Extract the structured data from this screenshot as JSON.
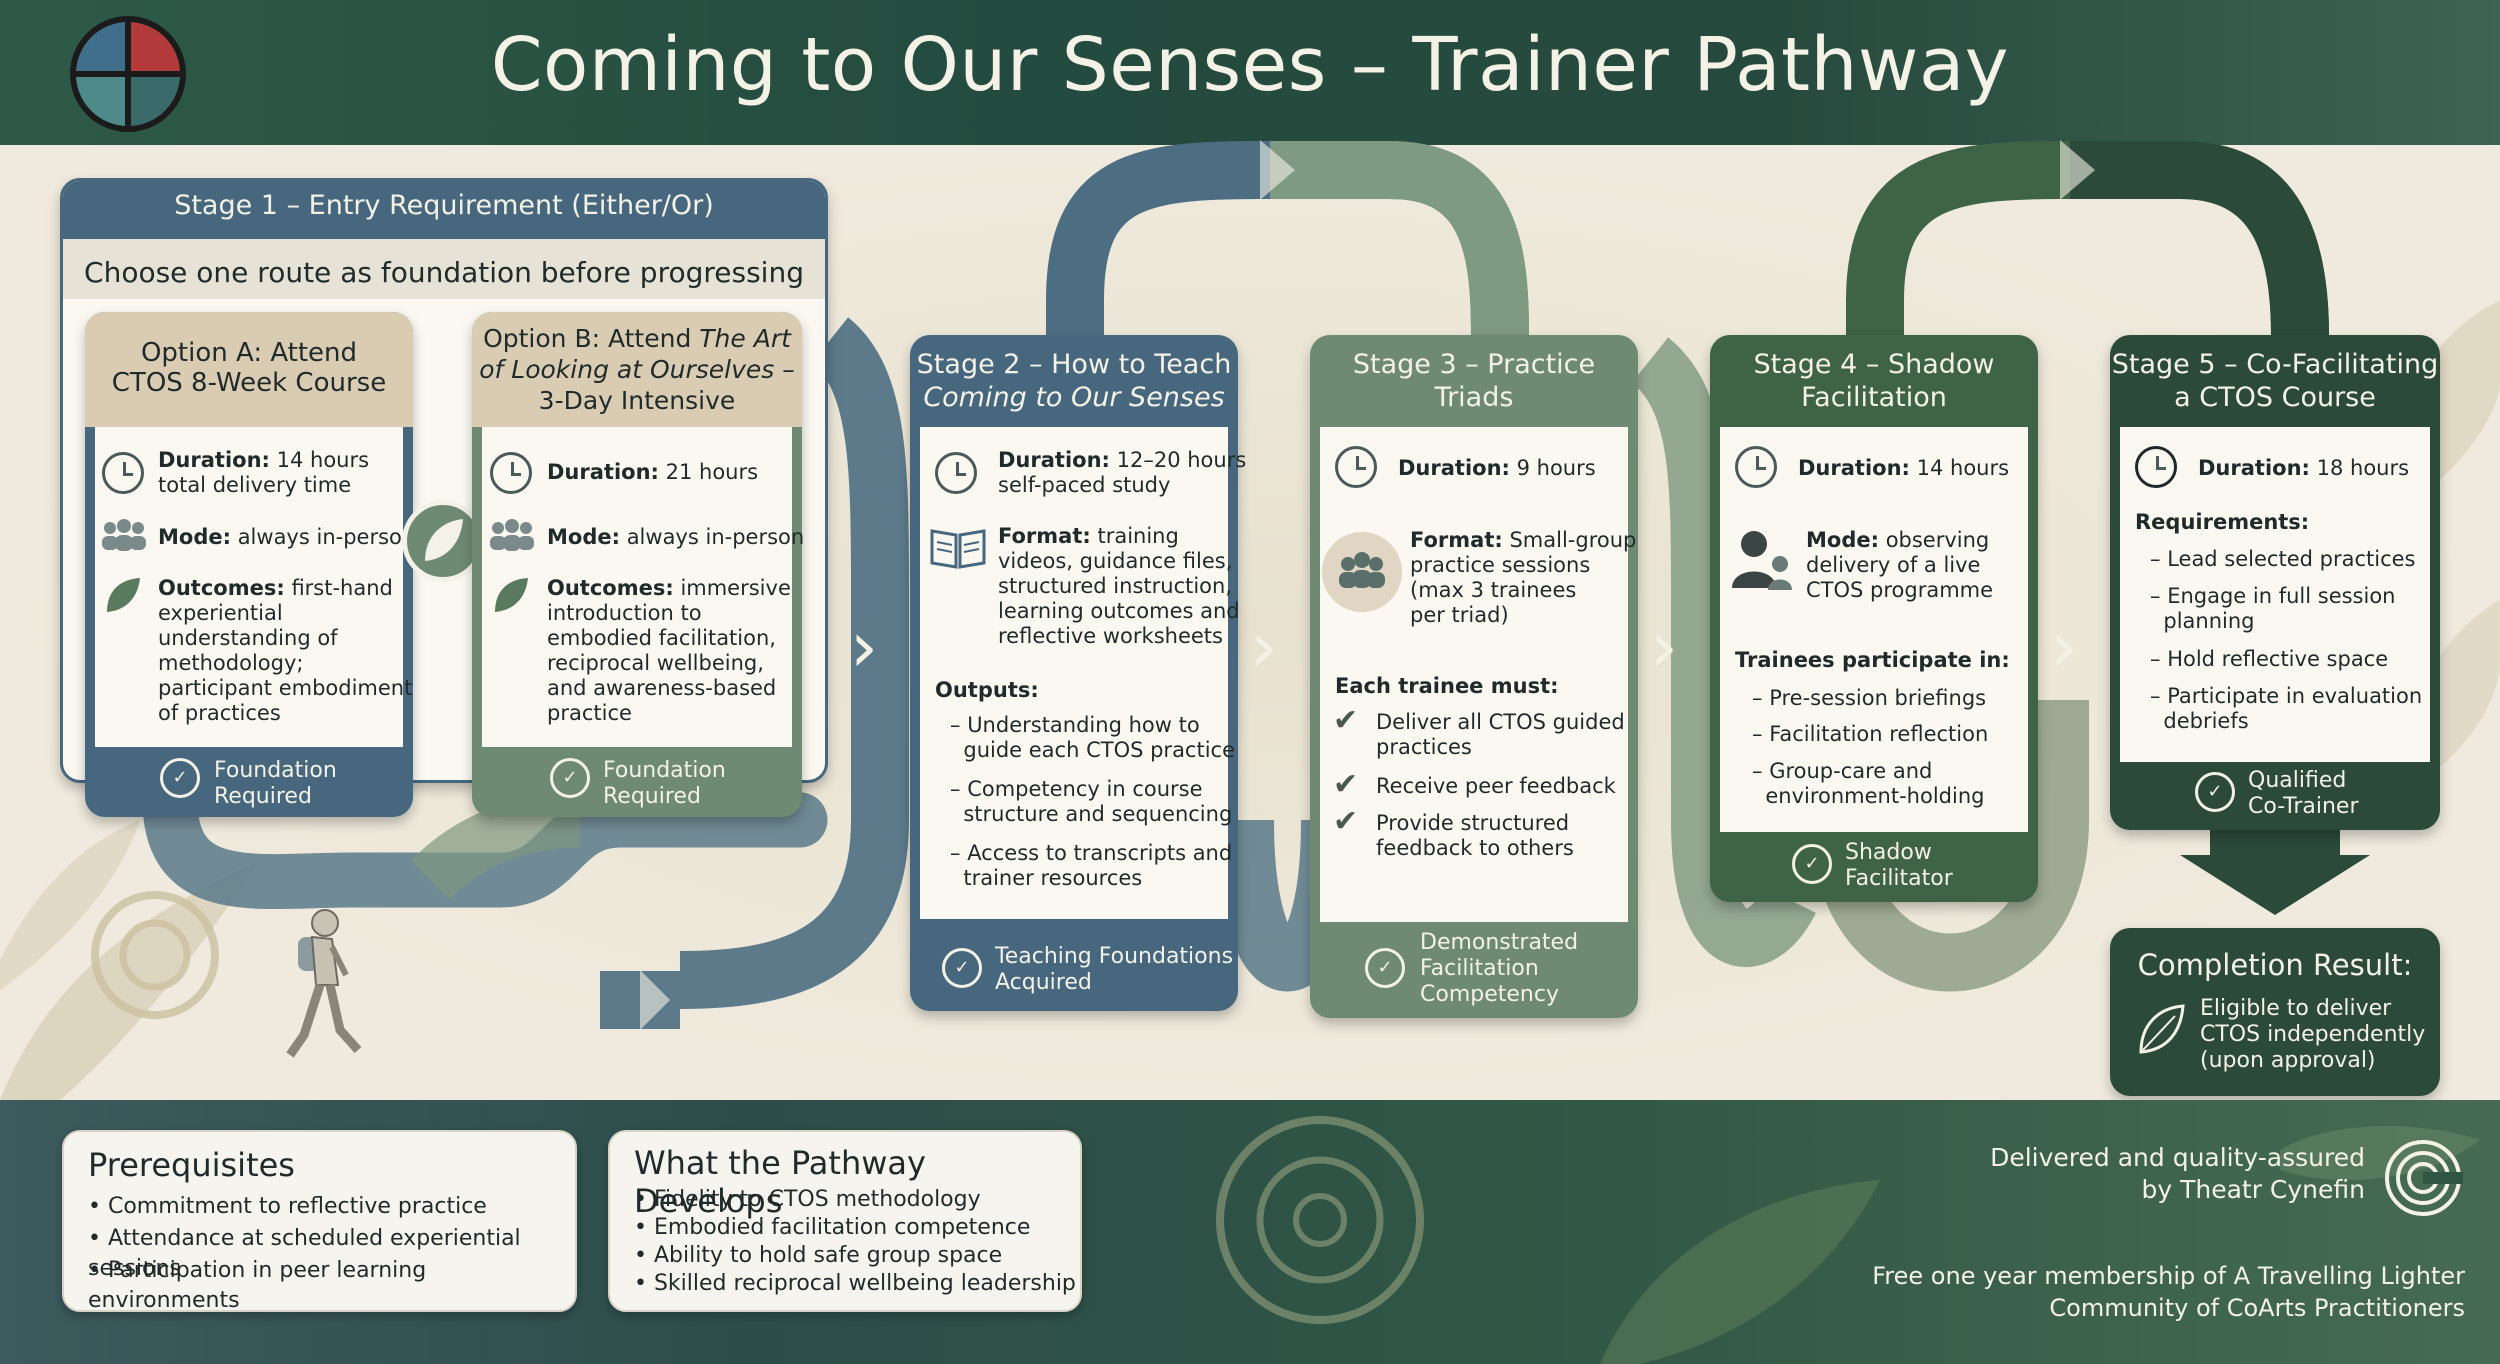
{
  "title": "Coming to Our Senses – Trainer Pathway",
  "stage1": {
    "header": "Stage 1 – Entry Requirement (Either/Or)",
    "subheader": "Choose one route as foundation before progressing",
    "optionA": {
      "title_lines": [
        "Option A: Attend",
        "CTOS 8-Week Course"
      ],
      "duration_label": "Duration:",
      "duration_value": "14 hours",
      "duration_line2": "total delivery time",
      "mode_label": "Mode:",
      "mode_value": "always in-person",
      "outcomes_label": "Outcomes:",
      "outcomes_lines": [
        "first-hand",
        "experiential",
        "understanding of",
        "methodology;",
        "participant embodiment",
        "of practices"
      ],
      "footer_lines": [
        "Foundation",
        "Required"
      ]
    },
    "optionB": {
      "title_line1a": "Option B: Attend ",
      "title_line1b": "The Art",
      "title_line2": "of Looking at Ourselves –",
      "title_line3": "3-Day Intensive",
      "duration_label": "Duration:",
      "duration_value": "21 hours",
      "mode_label": "Mode:",
      "mode_value": "always in-person",
      "outcomes_label": "Outcomes:",
      "outcomes_lines": [
        "immersive",
        "introduction to",
        "embodied facilitation,",
        "reciprocal wellbeing,",
        "and awareness-based",
        "practice"
      ],
      "footer_lines": [
        "Foundation",
        "Required"
      ]
    }
  },
  "stage2": {
    "header_line1": "Stage 2 – How to Teach",
    "header_line2": "Coming to Our Senses",
    "duration_label": "Duration:",
    "duration_value": "12–20 hours",
    "duration_line2": "self-paced study",
    "format_label": "Format:",
    "format_lines": [
      "training",
      "videos, guidance files,",
      "structured instruction,",
      "learning outcomes and",
      "reflective worksheets"
    ],
    "outputs_label": "Outputs:",
    "outputs": [
      [
        "Understanding how to",
        "guide each CTOS practice"
      ],
      [
        "Competency in course",
        "structure and sequencing"
      ],
      [
        "Access to transcripts and",
        "trainer resources"
      ]
    ],
    "footer_lines": [
      "Teaching Foundations",
      "Acquired"
    ]
  },
  "stage3": {
    "header_lines": [
      "Stage 3 – Practice",
      "Triads"
    ],
    "duration_label": "Duration:",
    "duration_value": "9 hours",
    "format_label": "Format:",
    "format_lines": [
      "Small-group",
      "practice sessions",
      "(max 3 trainees",
      "per triad)"
    ],
    "must_label": "Each trainee must:",
    "musts": [
      [
        "Deliver all CTOS guided",
        "practices"
      ],
      [
        "Receive peer feedback"
      ],
      [
        "Provide structured",
        "feedback to others"
      ]
    ],
    "footer_lines": [
      "Demonstrated",
      "Facilitation",
      "Competency"
    ]
  },
  "stage4": {
    "header_lines": [
      "Stage 4 – Shadow",
      "Facilitation"
    ],
    "duration_label": "Duration:",
    "duration_value": "14 hours",
    "mode_label": "Mode:",
    "mode_lines": [
      "observing",
      "delivery of a live",
      "CTOS programme"
    ],
    "participate_label": "Trainees participate in:",
    "items": [
      [
        "Pre-session briefings"
      ],
      [
        "Facilitation reflection"
      ],
      [
        "Group-care and",
        "environment-holding"
      ]
    ],
    "footer_lines": [
      "Shadow",
      "Facilitator"
    ]
  },
  "stage5": {
    "header_lines": [
      "Stage 5 – Co-Facilitating",
      "a CTOS Course"
    ],
    "duration_label": "Duration:",
    "duration_value": "18 hours",
    "req_label": "Requirements:",
    "items": [
      [
        "Lead selected practices"
      ],
      [
        "Engage in full session",
        "planning"
      ],
      [
        "Hold reflective space"
      ],
      [
        "Participate in evaluation",
        "debriefs"
      ]
    ],
    "footer_lines": [
      "Qualified",
      "Co-Trainer"
    ]
  },
  "completion": {
    "title": "Completion Result:",
    "lines": [
      "Eligible to deliver",
      "CTOS independently",
      "(upon approval)"
    ]
  },
  "prerequisites": {
    "title": "Prerequisites",
    "items": [
      "• Commitment to reflective practice",
      "• Attendance at scheduled experiential sessions",
      "• Participation in peer learning environments"
    ]
  },
  "develops": {
    "title": "What the Pathway Develops",
    "items": [
      "• Fidelity to CTOS methodology",
      "• Embodied facilitation competence",
      "• Ability to hold safe group space",
      "• Skilled reciprocal wellbeing leadership"
    ]
  },
  "footer": {
    "delivered_lines": [
      "Delivered and quality-assured",
      "by Theatr Cynefin"
    ],
    "membership_lines": [
      "Free one year membership of A Travelling Lighter",
      "Community of CoArts Practitioners"
    ]
  },
  "colors": {
    "slate_blue": "#46677d",
    "sage": "#6e8a72",
    "forest": "#3f6347",
    "dark_green": "#2b4a3a",
    "cream": "#faf8f1",
    "tan": "#d8cbb3"
  },
  "icons": [
    "clock-icon",
    "people-icon",
    "leaf-icon",
    "book-icon",
    "checkmark-icon",
    "person-icon",
    "award-badge-icon",
    "arrow-down-icon",
    "chevron-right-icon",
    "celtic-knot-logo"
  ]
}
